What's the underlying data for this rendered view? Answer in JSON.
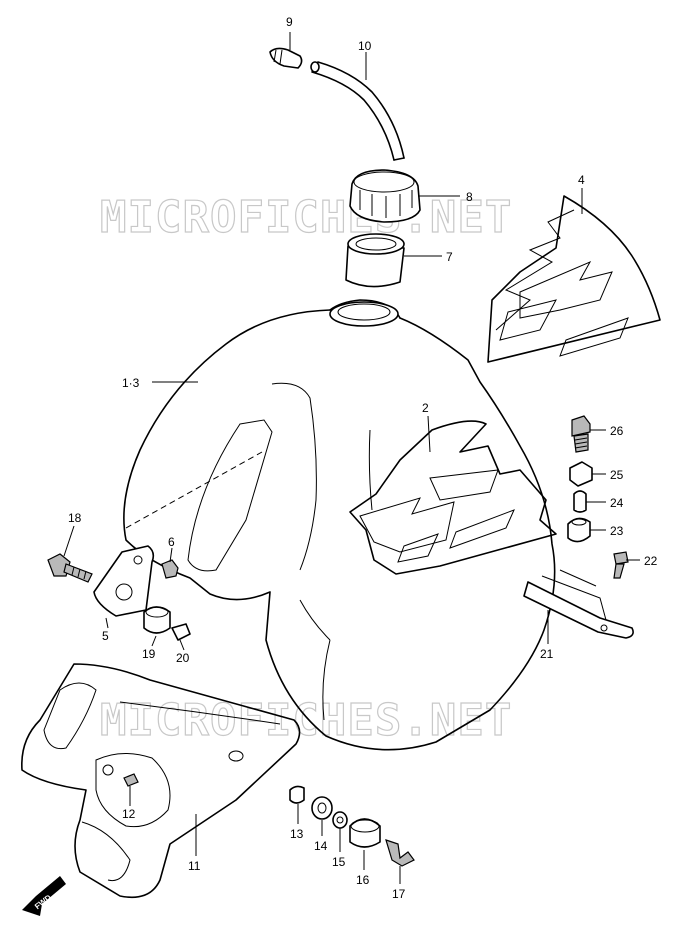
{
  "watermark": "MICROFICHES.NET",
  "fwd_label": "FWD",
  "callouts": [
    "9",
    "10",
    "8",
    "7",
    "4",
    "1·3",
    "2",
    "26",
    "25",
    "24",
    "23",
    "22",
    "18",
    "6",
    "5",
    "19",
    "20",
    "21",
    "11",
    "12",
    "13",
    "14",
    "15",
    "16",
    "17"
  ]
}
